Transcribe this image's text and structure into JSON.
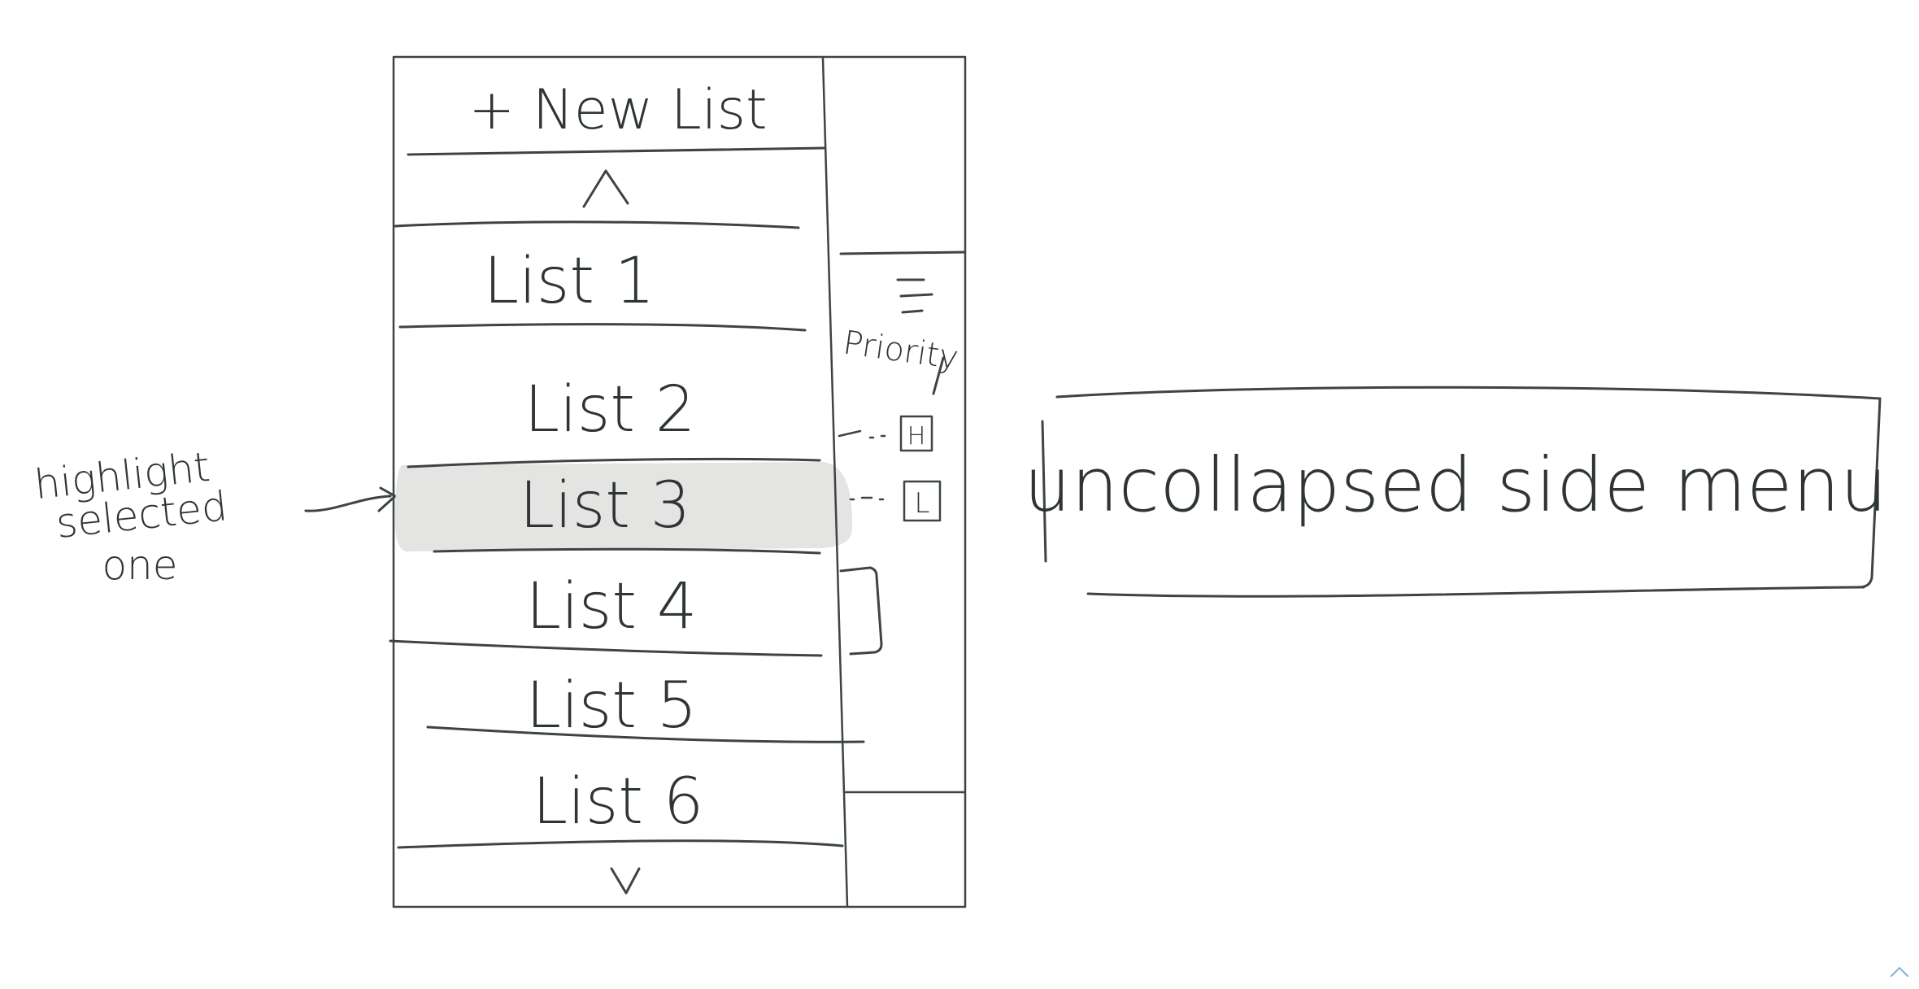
{
  "sidebar": {
    "new_list_label": "+ New List",
    "scroll_up_glyph": "^",
    "scroll_down_glyph": "v",
    "items": [
      {
        "label": "List 1",
        "selected": false
      },
      {
        "label": "List 2",
        "selected": false
      },
      {
        "label": "List 3",
        "selected": true
      },
      {
        "label": "List 4",
        "selected": false
      },
      {
        "label": "List 5",
        "selected": false
      },
      {
        "label": "List 6",
        "selected": false
      }
    ]
  },
  "rail": {
    "menu_icon": "hamburger-icon",
    "priority_label": "Priority",
    "high_badge": "H",
    "low_badge": "L"
  },
  "annotations": {
    "highlight_line1": "highlight",
    "highlight_line2": "selected",
    "highlight_line3": "one",
    "callout": "uncollapsed side menu"
  },
  "colors": {
    "ink": "#3d4444",
    "highlight": "#e4e4e2",
    "corner_accent": "#7fb2d6"
  }
}
